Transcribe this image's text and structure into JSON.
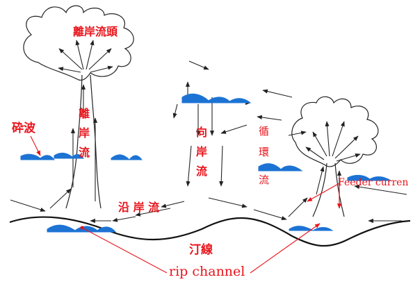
{
  "labels": {
    "rip_head": "離岸流頭",
    "breaking_wave": "砕波",
    "rip_current_1": "離",
    "rip_current_2": "岸",
    "rip_current_3": "流",
    "onshore_1": "向",
    "onshore_2": "岸",
    "onshore_3": "流",
    "circulation_1": "循",
    "circulation_2": "環",
    "circulation_3": "流",
    "longshore": "沿 岸 流",
    "shoreline": "汀線",
    "rip_channel": "rip channel",
    "feeder_current": "Feeder curren"
  },
  "colors": {
    "red_label": "#e8141b",
    "wave_blue": "#1c73d4",
    "arrow": "#222222",
    "outline": "#222222",
    "pointer_line": "#e8141b",
    "shore_line": "#111111"
  },
  "icons": {
    "arrow": "arrowhead",
    "wave": "blue-wave-crest"
  }
}
